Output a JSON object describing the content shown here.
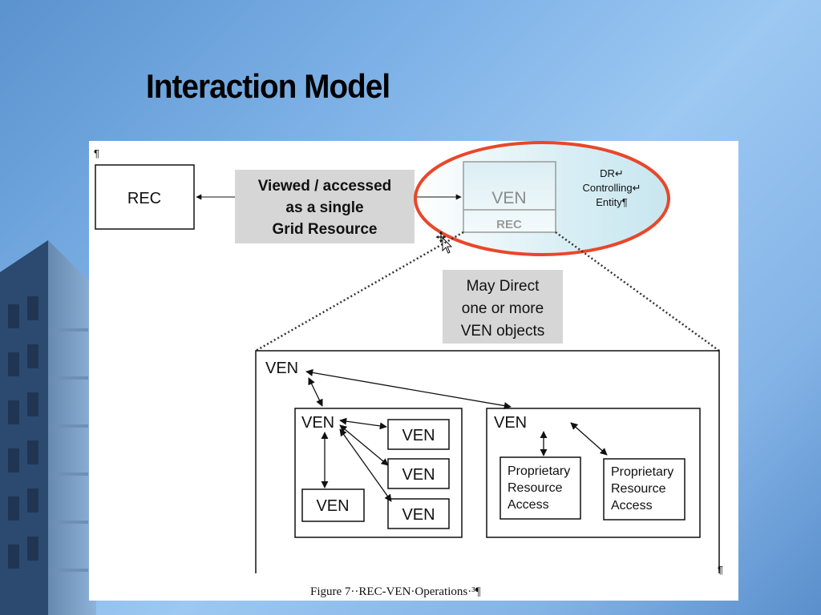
{
  "slide": {
    "title": "Interaction Model"
  },
  "figure": {
    "top_pilcrow": "¶",
    "rec_label": "REC",
    "callout_line1": "Viewed / accessed",
    "callout_line2": "as a single",
    "callout_line3": "Grid Resource",
    "ven_top_label": "VEN",
    "rec_sub_label": "REC",
    "dr_line1": "DR↵",
    "dr_line2": "Controlling↵",
    "dr_line3": "Entity¶",
    "may_line1": "May Direct",
    "may_line2": "one or more",
    "may_line3": "VEN objects",
    "outer_ven": "VEN",
    "left_ven": "VEN",
    "child_ven_1": "VEN",
    "child_ven_2": "VEN",
    "child_ven_3": "VEN",
    "bottom_ven": "VEN",
    "right_ven": "VEN",
    "prop1_line1": "Proprietary",
    "prop1_line2": "Resource",
    "prop1_line3": "Access",
    "prop2_line1": "Proprietary",
    "prop2_line2": "Resource",
    "prop2_line3": "Access",
    "end_pilcrow": "¶",
    "caption": "Figure 7··REC-VEN·Operations·³¶"
  },
  "colors": {
    "highlight_ellipse": "#e8472a",
    "callout_bg": "#d6d6d6",
    "ven_box_border": "#9a9a9a"
  }
}
